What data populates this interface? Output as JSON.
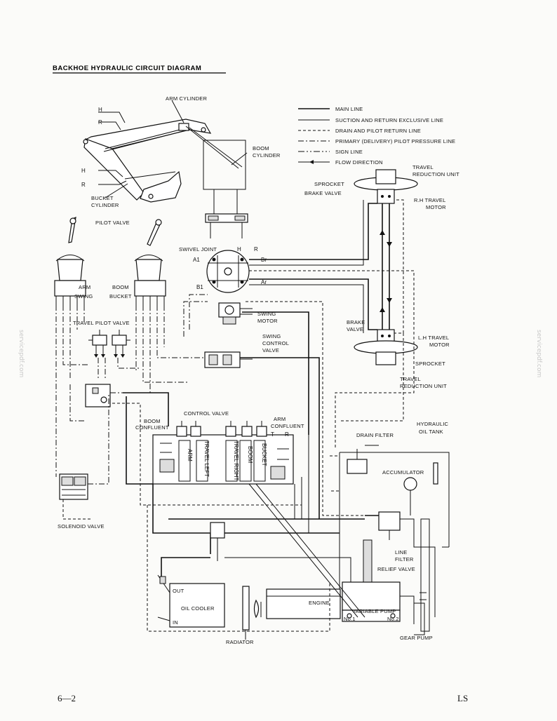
{
  "title": "BACKHOE HYDRAULIC CIRCUIT DIAGRAM",
  "legend": [
    {
      "style": "main",
      "label": "MAIN LINE"
    },
    {
      "style": "suction",
      "label": "SUCTION AND RETURN EXCLUSIVE LINE"
    },
    {
      "style": "drain",
      "label": "DRAIN AND PILOT RETURN LINE"
    },
    {
      "style": "pilot",
      "label": "PRIMARY (DELIVERY) PILOT PRESSURE LINE"
    },
    {
      "style": "sign",
      "label": "SIGN LINE"
    },
    {
      "style": "flow",
      "label": "FLOW DIRECTION"
    }
  ],
  "labels": {
    "arm_cylinder": "ARM CYLINDER",
    "boom_cylinder_1": "BOOM",
    "boom_cylinder_2": "CYLINDER",
    "bucket_cylinder_1": "BUCKET",
    "bucket_cylinder_2": "CYLINDER",
    "pilot_valve": "PILOT VALVE",
    "arm_swing_1": "ARM",
    "arm_swing_2": "SWING",
    "boom_bucket_1": "BOOM",
    "boom_bucket_2": "BUCKET",
    "travel_pilot_valve": "TRAVEL PILOT VALVE",
    "swivel_joint": "SWIVEL JOINT",
    "swing_motor_1": "SWING",
    "swing_motor_2": "MOTOR",
    "swing_control_1": "SWING",
    "swing_control_2": "CONTROL",
    "swing_control_3": "VALVE",
    "boom_confluent_1": "BOOM",
    "boom_confluent_2": "CONFLUENT",
    "control_valve": "CONTROL VALVE",
    "arm_confluent_1": "ARM",
    "arm_confluent_2": "CONFLUENT",
    "travel_reduction_top_1": "TRAVEL",
    "travel_reduction_top_2": "REDUCTION UNIT",
    "sprocket_top": "SPROCKET",
    "brake_valve_top": "BRAKE VALVE",
    "rh_travel_motor_1": "R.H TRAVEL",
    "rh_travel_motor_2": "MOTOR",
    "brake_valve_bottom_1": "BRAKE",
    "brake_valve_bottom_2": "VALVE",
    "lh_travel_motor_1": "L.H TRAVEL",
    "lh_travel_motor_2": "MOTOR",
    "sprocket_bottom": "SPROCKET",
    "travel_reduction_bottom_1": "TRAVEL",
    "travel_reduction_bottom_2": "REDUCTION UNIT",
    "drain_filter": "DRAIN FILTER",
    "hydraulic_oil_tank_1": "HYDRAULIC",
    "hydraulic_oil_tank_2": "OIL TANK",
    "accumulator": "ACCUMULATOR",
    "line_filter_1": "LINE",
    "line_filter_2": "FILTER",
    "relief_valve": "RELIEF VALVE",
    "solenoid_valve": "SOLENOID VALVE",
    "oil_cooler": "OIL COOLER",
    "oil_cooler_out": "OUT",
    "oil_cooler_in": "IN",
    "radiator": "RADIATOR",
    "engine": "ENGINE",
    "variable_pump": "VARIABLE PUMP",
    "pump_no1": "No.1",
    "pump_no2": "No.2",
    "gear_pump": "GEAR PUMP",
    "spool_arm": "ARM",
    "spool_travel_left": "TRAVEL LEFT",
    "spool_travel_right": "TRAVEL RIGHT",
    "spool_boom": "BOOM",
    "spool_bucket": "BUCKET",
    "port_h_top": "H",
    "port_r_top": "R",
    "port_h_mid": "H",
    "port_r_mid": "R",
    "port_h_swivel": "H",
    "port_r_swivel": "R",
    "port_a1": "A1",
    "port_b1": "B1",
    "port_br": "Br",
    "port_ar": "Ar",
    "port_t": "T",
    "port_r_cv": "R"
  },
  "footer": {
    "page": "6—2",
    "code": "LS"
  },
  "watermark": "servicepdf.com"
}
